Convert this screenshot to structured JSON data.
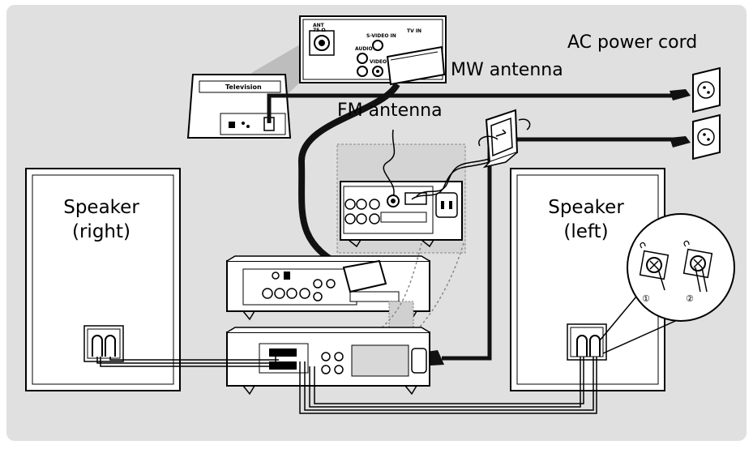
{
  "labels": {
    "ac_power_cord": "AC power cord",
    "mw_antenna": "MW antenna",
    "fm_antenna": "FM antenna",
    "speaker_right_line1": "Speaker",
    "speaker_right_line2": "(right)",
    "speaker_left_line1": "Speaker",
    "speaker_left_line2": "(left)"
  },
  "tv": {
    "name": "Television",
    "ant": "ANT",
    "ant_sub": "75 Ω",
    "audio_in": "AUDIO IN",
    "svideo_in": "S-VIDEO IN",
    "video_in": "VIDEO IN",
    "tv_in": "TV IN"
  },
  "detail": {
    "step1": "①",
    "step2": "②"
  },
  "colors": {
    "background_panel": "#e0e0e0",
    "cable": "#111111",
    "device_fill": "#ffffff",
    "outline": "#000000",
    "dashed_zoom": "#d8d8d8"
  }
}
